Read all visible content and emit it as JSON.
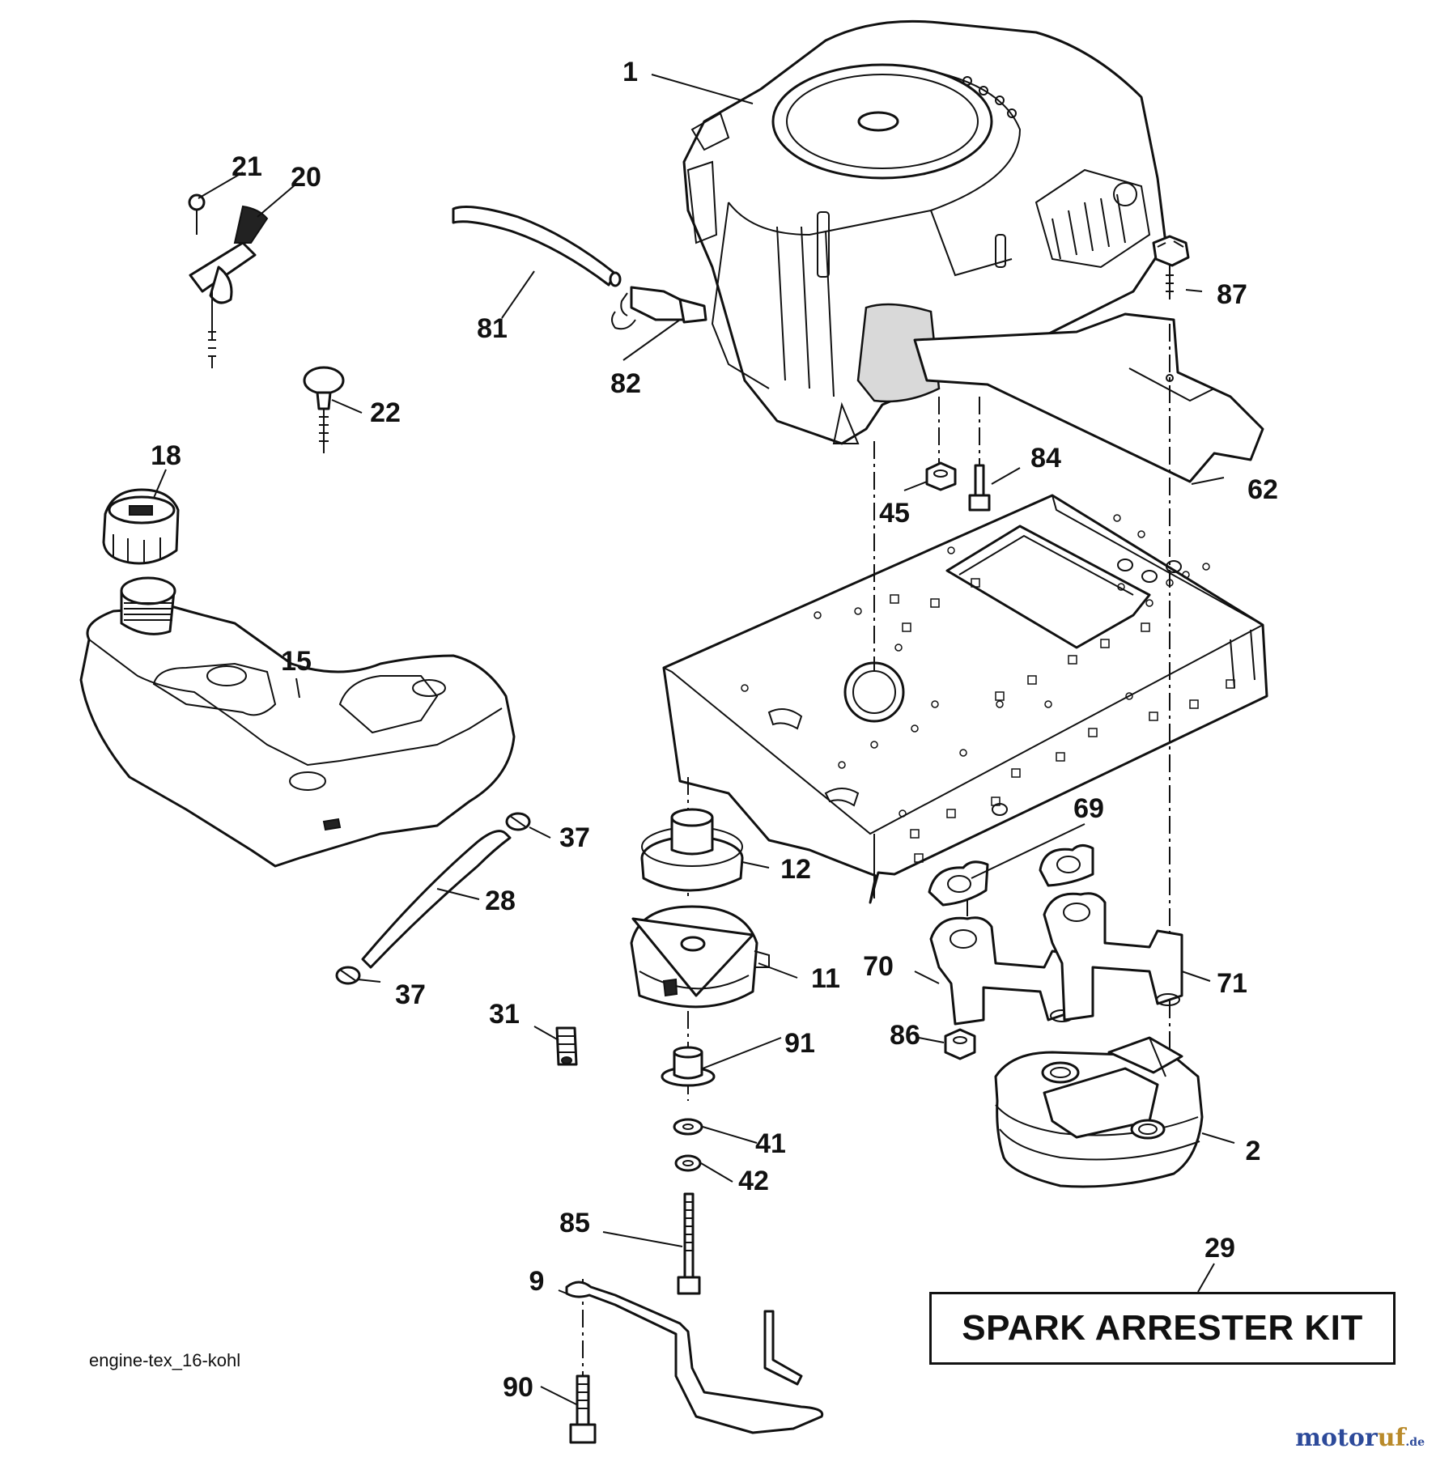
{
  "diagram": {
    "caption": "engine-tex_16-kohl",
    "kit_box_label": "SPARK ARRESTER KIT",
    "watermark": {
      "part1": "motor",
      "part2": "uf",
      "suffix": ".de"
    },
    "callouts": [
      "1",
      "2",
      "9",
      "11",
      "12",
      "15",
      "18",
      "20",
      "21",
      "22",
      "28",
      "29",
      "31",
      "37",
      "37",
      "41",
      "42",
      "45",
      "62",
      "69",
      "70",
      "71",
      "81",
      "82",
      "84",
      "85",
      "86",
      "87",
      "90",
      "91"
    ]
  }
}
